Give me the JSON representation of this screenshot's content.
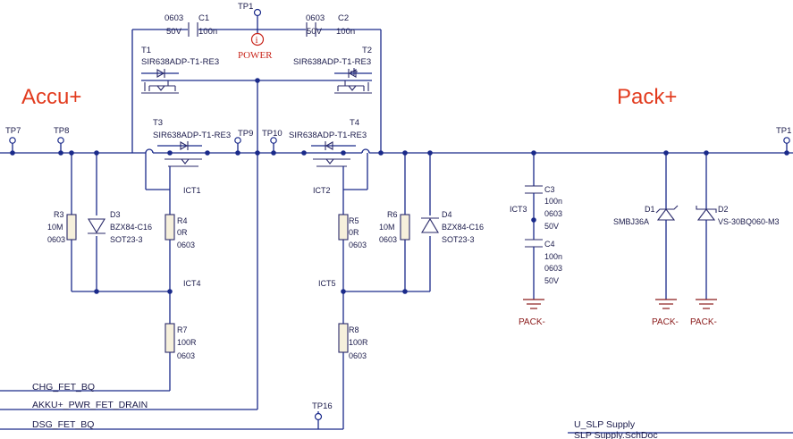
{
  "labels": {
    "accu": "Accu+",
    "pack": "Pack+",
    "power": "POWER",
    "power_symbol": "i"
  },
  "test_points": {
    "tp1_top": "TP1",
    "tp7": "TP7",
    "tp8": "TP8",
    "tp9": "TP9",
    "tp10": "TP10",
    "tp1_right": "TP1",
    "tp16": "TP16"
  },
  "capacitors": {
    "c1": {
      "ref": "C1",
      "pkg": "0603",
      "value": "100n",
      "voltage": "50V"
    },
    "c2": {
      "ref": "C2",
      "pkg": "0603",
      "value": "100n",
      "voltage": "50V"
    },
    "c3": {
      "ref": "C3",
      "value": "100n",
      "pkg": "0603",
      "voltage": "50V"
    },
    "c4": {
      "ref": "C4",
      "value": "100n",
      "pkg": "0603",
      "voltage": "50V"
    }
  },
  "mosfets": {
    "t1": {
      "ref": "T1",
      "part": "SIR638ADP-T1-RE3"
    },
    "t2": {
      "ref": "T2",
      "part": "SIR638ADP-T1-RE3"
    },
    "t3": {
      "ref": "T3",
      "part": "SIR638ADP-T1-RE3"
    },
    "t4": {
      "ref": "T4",
      "part": "SIR638ADP-T1-RE3"
    }
  },
  "resistors": {
    "r3": {
      "ref": "R3",
      "value": "10M",
      "pkg": "0603"
    },
    "r4": {
      "ref": "R4",
      "value": "0R",
      "pkg": "0603"
    },
    "r5": {
      "ref": "R5",
      "value": "0R",
      "pkg": "0603"
    },
    "r6": {
      "ref": "R6",
      "value": "10M",
      "pkg": "0603"
    },
    "r7": {
      "ref": "R7",
      "value": "100R",
      "pkg": "0603"
    },
    "r8": {
      "ref": "R8",
      "value": "100R",
      "pkg": "0603"
    }
  },
  "diodes": {
    "d1": {
      "ref": "D1",
      "part": "SMBJ36A"
    },
    "d2": {
      "ref": "D2",
      "part": "VS-30BQ060-M3"
    },
    "d3": {
      "ref": "D3",
      "part": "BZX84-C16",
      "pkg": "SOT23-3"
    },
    "d4": {
      "ref": "D4",
      "part": "BZX84-C16",
      "pkg": "SOT23-3"
    }
  },
  "ict": {
    "ict1": "ICT1",
    "ict2": "ICT2",
    "ict3": "ICT3",
    "ict4": "ICT4",
    "ict5": "ICT5"
  },
  "ground_label": "PACK-",
  "nets": {
    "chg": "CHG_FET_BQ",
    "akku": "AKKU+_PWR_FET_DRAIN",
    "dsg": "DSG_FET_BQ"
  },
  "sheet": {
    "name": "U_SLP Supply",
    "file": "SLP Supply.SchDoc"
  },
  "colors": {
    "wire": "#1a2a8a",
    "big_label": "#e23b1e",
    "ground": "#8a1a1a",
    "component_fill": "#f6f0dc"
  }
}
